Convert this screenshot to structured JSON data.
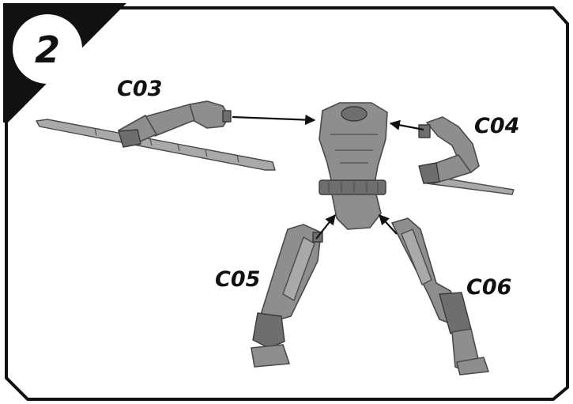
{
  "step": {
    "number": "2"
  },
  "parts": [
    {
      "id": "c03",
      "label": "C03"
    },
    {
      "id": "c04",
      "label": "C04"
    },
    {
      "id": "c05",
      "label": "C05"
    },
    {
      "id": "c06",
      "label": "C06"
    }
  ],
  "colors": {
    "frame": "#111111",
    "part": "#8e8e8e",
    "background": "#ffffff"
  }
}
